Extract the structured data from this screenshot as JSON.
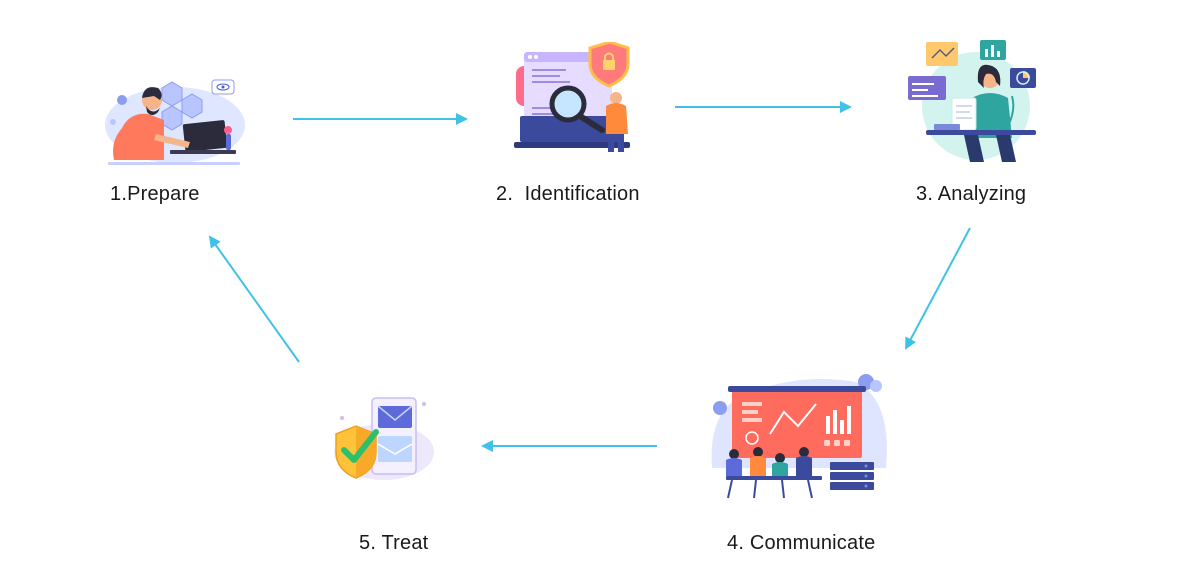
{
  "steps": [
    {
      "label": "1.Prepare",
      "icon": "person-at-laptop-illustration"
    },
    {
      "label": "2.  Identification",
      "icon": "magnifier-security-illustration"
    },
    {
      "label": "3. Analyzing",
      "icon": "analyst-with-charts-illustration"
    },
    {
      "label": "4. Communicate",
      "icon": "team-presentation-illustration"
    },
    {
      "label": "5. Treat",
      "icon": "shield-checkmark-illustration"
    }
  ],
  "colors": {
    "arrow": "#3fc1e8",
    "text": "#1a1a1a"
  }
}
